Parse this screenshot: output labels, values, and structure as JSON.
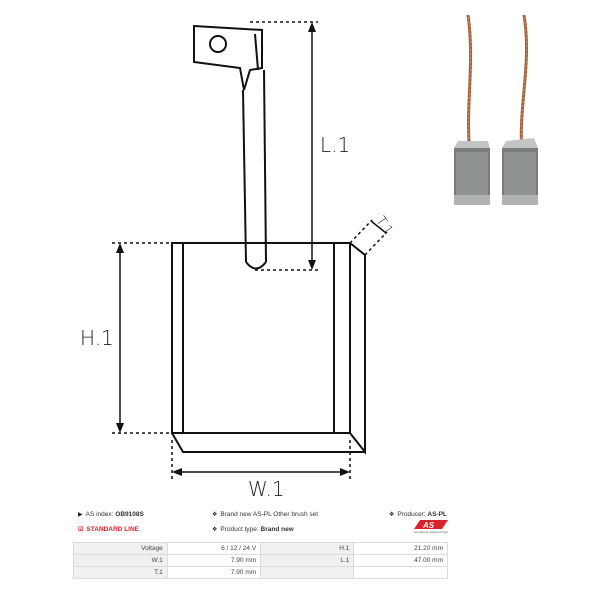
{
  "dimensions": {
    "l1": "L.1",
    "h1": "H.1",
    "w1": "W.1",
    "t1": "T.1"
  },
  "info": {
    "as_index_label": "AS index:",
    "as_index_value": "OB9108S",
    "standard_line": "STANDARD LINE",
    "description": "Brand new AS-PL Other brush set",
    "product_type_label": "Product type:",
    "product_type_value": "Brand new",
    "producer_label": "Producer:",
    "producer_value": "AS-PL",
    "logo_text": "AS",
    "logo_tagline": "International, Inspiring & Fresh"
  },
  "icons": {
    "tag": "tag-icon",
    "check": "checkbox-icon",
    "info": "info-icon",
    "accent_red": "#d9232a"
  },
  "spec_table": {
    "rows": [
      {
        "k1": "Voltage",
        "v1": "6 / 12 / 24 V",
        "k2": "H.1",
        "v2": "21.20 mm"
      },
      {
        "k1": "W.1",
        "v1": "7.90 mm",
        "k2": "L.1",
        "v2": "47.00 mm"
      },
      {
        "k1": "T.1",
        "v1": "7.90 mm",
        "k2": "",
        "v2": ""
      }
    ]
  }
}
